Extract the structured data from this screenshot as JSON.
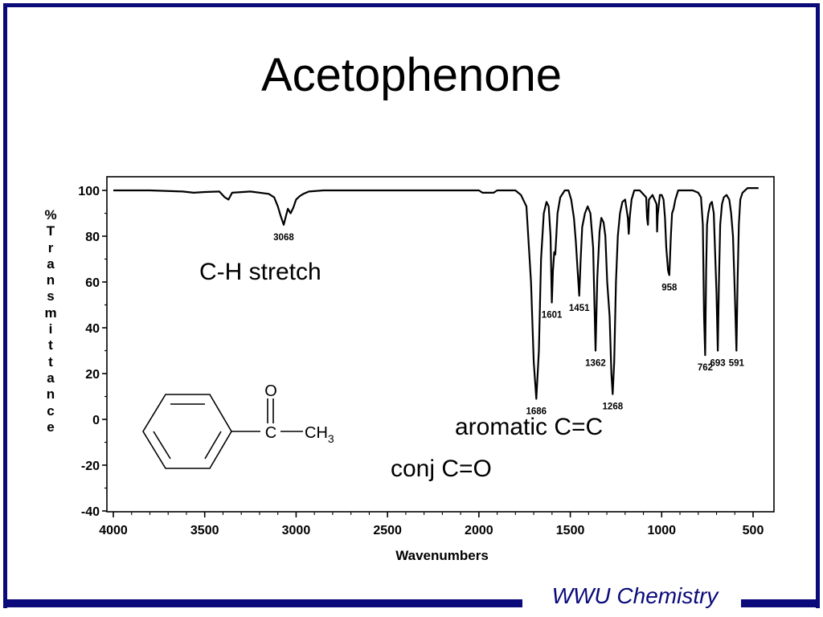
{
  "slide": {
    "title": "Acetophenone",
    "footer": "WWU Chemistry",
    "frame_color": "#0a0a7a",
    "annotations": {
      "ch_stretch": "C-H stretch",
      "aromatic": "aromatic C=C",
      "conj_co": "conj C=O"
    }
  },
  "structure": {
    "oxygen": "O",
    "carbon": "C",
    "methyl": "CH",
    "methyl_sub": "3"
  },
  "chart_data": {
    "type": "line",
    "title": "",
    "xlabel": "Wavenumbers",
    "ylabel": "% Transmittance",
    "xlim": [
      4000,
      450
    ],
    "ylim": [
      -40,
      105
    ],
    "x_reversed": true,
    "x_ticks": [
      4000,
      3500,
      3000,
      2500,
      2000,
      1500,
      1000,
      500
    ],
    "y_ticks": [
      100,
      80,
      60,
      40,
      20,
      0,
      -20,
      -40
    ],
    "x_tick_labels": [
      "4000",
      "3500",
      "3000",
      "2500",
      "2000",
      "1500",
      "1000",
      "500"
    ],
    "y_tick_labels": [
      "100",
      "80",
      "60",
      "40",
      "20",
      "0",
      "-20",
      "-40"
    ],
    "grid": false,
    "peaks": [
      {
        "label": "3068",
        "x": 3068,
        "y": 85
      },
      {
        "label": "1686",
        "x": 1686,
        "y": 9
      },
      {
        "label": "1601",
        "x": 1601,
        "y": 51
      },
      {
        "label": "1451",
        "x": 1451,
        "y": 54
      },
      {
        "label": "1362",
        "x": 1362,
        "y": 30
      },
      {
        "label": "1268",
        "x": 1268,
        "y": 11
      },
      {
        "label": "958",
        "x": 958,
        "y": 63
      },
      {
        "label": "762",
        "x": 762,
        "y": 28
      },
      {
        "label": "693",
        "x": 693,
        "y": 30
      },
      {
        "label": "591",
        "x": 591,
        "y": 30
      }
    ],
    "series": [
      {
        "values": [
          [
            4000,
            100
          ],
          [
            3800,
            100
          ],
          [
            3620,
            99.5
          ],
          [
            3560,
            99
          ],
          [
            3500,
            99.3
          ],
          [
            3420,
            99.5
          ],
          [
            3390,
            97
          ],
          [
            3370,
            96
          ],
          [
            3350,
            99
          ],
          [
            3250,
            99.5
          ],
          [
            3150,
            98.5
          ],
          [
            3120,
            97
          ],
          [
            3100,
            93
          ],
          [
            3085,
            89
          ],
          [
            3068,
            85
          ],
          [
            3055,
            89
          ],
          [
            3045,
            92
          ],
          [
            3030,
            90
          ],
          [
            3015,
            92.5
          ],
          [
            3000,
            96
          ],
          [
            2980,
            97.5
          ],
          [
            2960,
            98.5
          ],
          [
            2930,
            99.5
          ],
          [
            2850,
            100
          ],
          [
            2600,
            100
          ],
          [
            2300,
            100
          ],
          [
            2000,
            100
          ],
          [
            1980,
            99
          ],
          [
            1920,
            99
          ],
          [
            1900,
            100
          ],
          [
            1870,
            100
          ],
          [
            1850,
            100
          ],
          [
            1800,
            100
          ],
          [
            1770,
            98
          ],
          [
            1740,
            93
          ],
          [
            1715,
            60
          ],
          [
            1700,
            25
          ],
          [
            1686,
            9
          ],
          [
            1672,
            30
          ],
          [
            1660,
            70
          ],
          [
            1645,
            90
          ],
          [
            1630,
            95
          ],
          [
            1618,
            93
          ],
          [
            1608,
            80
          ],
          [
            1601,
            51
          ],
          [
            1595,
            65
          ],
          [
            1588,
            73
          ],
          [
            1582,
            72
          ],
          [
            1570,
            90
          ],
          [
            1555,
            97
          ],
          [
            1530,
            100
          ],
          [
            1510,
            100
          ],
          [
            1495,
            96
          ],
          [
            1480,
            88
          ],
          [
            1470,
            78
          ],
          [
            1460,
            65
          ],
          [
            1451,
            54
          ],
          [
            1443,
            70
          ],
          [
            1435,
            84
          ],
          [
            1420,
            90
          ],
          [
            1405,
            93
          ],
          [
            1390,
            90
          ],
          [
            1375,
            75
          ],
          [
            1362,
            30
          ],
          [
            1352,
            62
          ],
          [
            1340,
            82
          ],
          [
            1330,
            88
          ],
          [
            1318,
            86
          ],
          [
            1308,
            80
          ],
          [
            1298,
            60
          ],
          [
            1285,
            45
          ],
          [
            1275,
            20
          ],
          [
            1268,
            11
          ],
          [
            1260,
            25
          ],
          [
            1250,
            60
          ],
          [
            1240,
            80
          ],
          [
            1228,
            90
          ],
          [
            1215,
            95
          ],
          [
            1200,
            96
          ],
          [
            1185,
            88
          ],
          [
            1180,
            81
          ],
          [
            1175,
            88
          ],
          [
            1165,
            96
          ],
          [
            1150,
            100
          ],
          [
            1120,
            100
          ],
          [
            1085,
            97
          ],
          [
            1080,
            88
          ],
          [
            1075,
            85
          ],
          [
            1070,
            96
          ],
          [
            1050,
            98
          ],
          [
            1028,
            94
          ],
          [
            1025,
            82
          ],
          [
            1022,
            89
          ],
          [
            1010,
            98
          ],
          [
            1000,
            98
          ],
          [
            990,
            96
          ],
          [
            982,
            88
          ],
          [
            975,
            75
          ],
          [
            965,
            65
          ],
          [
            958,
            63
          ],
          [
            950,
            80
          ],
          [
            943,
            90
          ],
          [
            935,
            92
          ],
          [
            925,
            96
          ],
          [
            910,
            100
          ],
          [
            870,
            100
          ],
          [
            830,
            100
          ],
          [
            800,
            99
          ],
          [
            785,
            97
          ],
          [
            775,
            85
          ],
          [
            768,
            45
          ],
          [
            762,
            28
          ],
          [
            757,
            65
          ],
          [
            752,
            85
          ],
          [
            745,
            90
          ],
          [
            735,
            94
          ],
          [
            725,
            95
          ],
          [
            715,
            90
          ],
          [
            700,
            55
          ],
          [
            693,
            30
          ],
          [
            687,
            60
          ],
          [
            680,
            85
          ],
          [
            670,
            94
          ],
          [
            660,
            97
          ],
          [
            645,
            98
          ],
          [
            630,
            96
          ],
          [
            620,
            90
          ],
          [
            610,
            80
          ],
          [
            600,
            55
          ],
          [
            591,
            30
          ],
          [
            585,
            60
          ],
          [
            578,
            85
          ],
          [
            570,
            96
          ],
          [
            558,
            99
          ],
          [
            530,
            101
          ],
          [
            500,
            101
          ],
          [
            470,
            101
          ]
        ]
      }
    ]
  }
}
